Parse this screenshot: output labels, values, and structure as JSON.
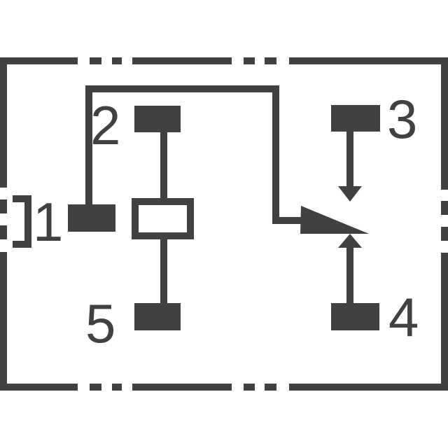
{
  "diagram": {
    "kind": "relay-schematic",
    "pins": {
      "pin1": {
        "label": "1"
      },
      "pin2": {
        "label": "2"
      },
      "pin3": {
        "label": "3"
      },
      "pin4": {
        "label": "4"
      },
      "pin5": {
        "label": "5"
      }
    },
    "symbols": [
      "package-outline-dashed",
      "pin-pad",
      "pin1-edge-bracket",
      "coil-symbol",
      "movable-contact-triangle",
      "contact-travel-arrow-down",
      "contact-travel-arrow-up"
    ]
  },
  "colors": {
    "line": "#414144",
    "background": "#ffffff"
  }
}
